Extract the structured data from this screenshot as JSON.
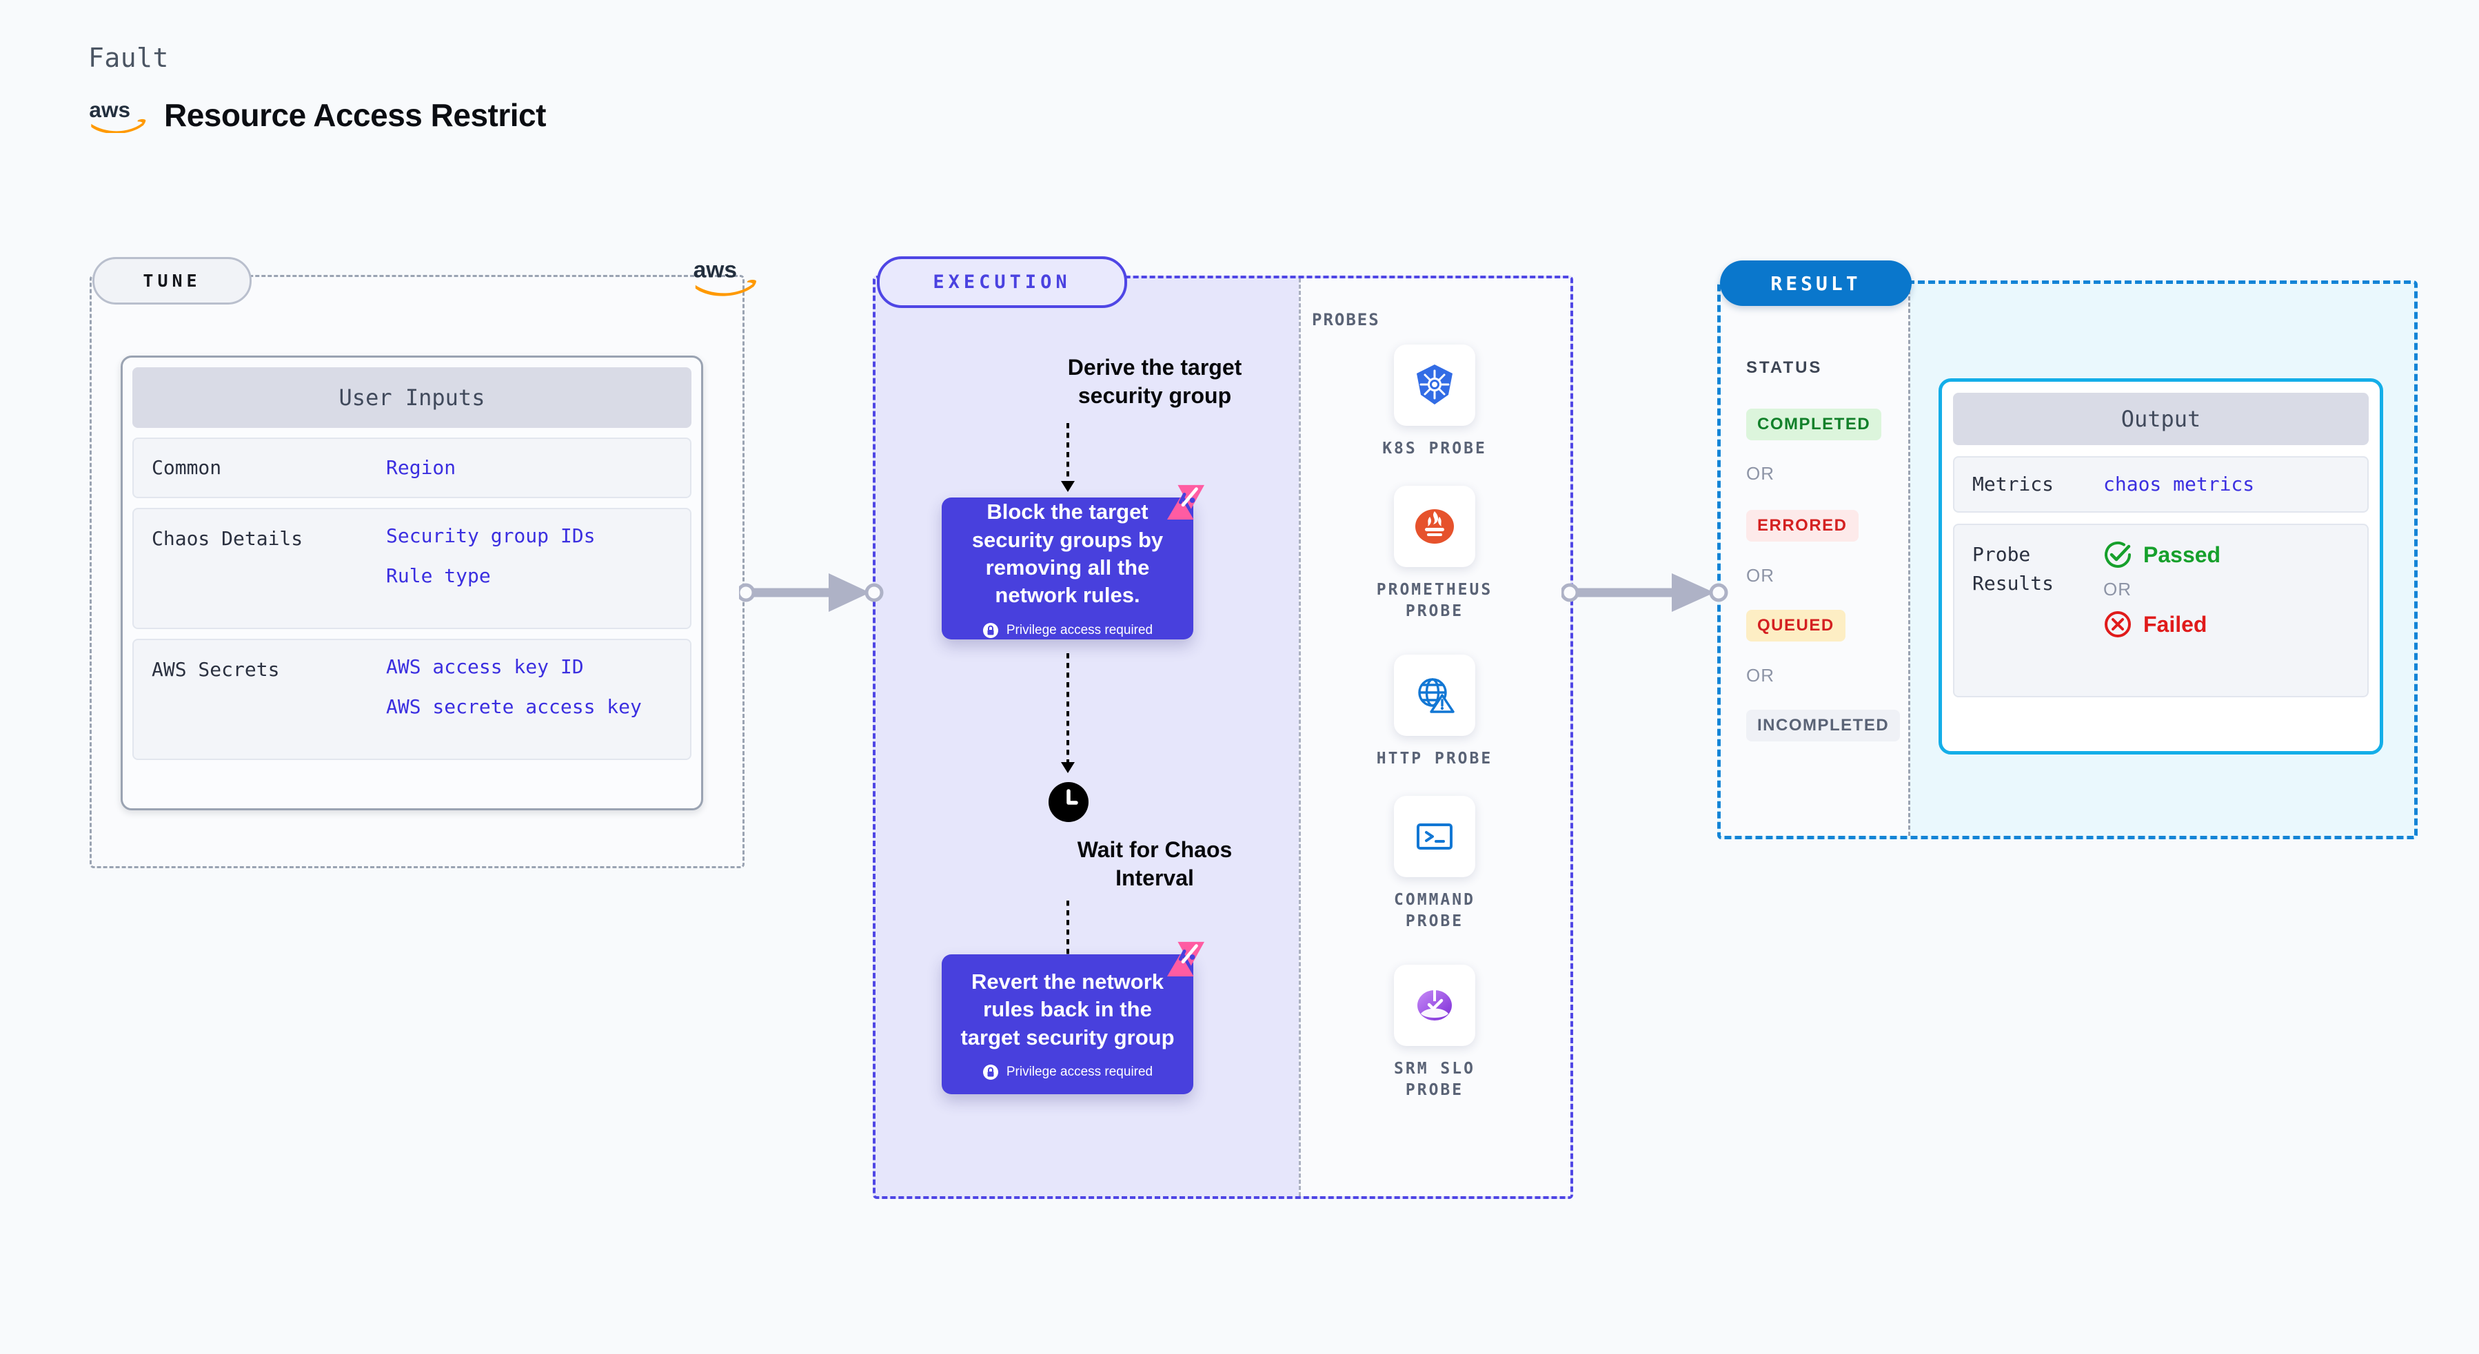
{
  "header": {
    "eyebrow": "Fault",
    "title": "Resource Access Restrict",
    "logo_icon": "aws-logo"
  },
  "tune": {
    "badge": "TUNE",
    "provider_icon": "aws-logo",
    "card": {
      "title": "User Inputs",
      "rows": [
        {
          "key": "Common",
          "values": [
            "Region"
          ]
        },
        {
          "key": "Chaos Details",
          "values": [
            "Security group IDs",
            "Rule type"
          ]
        },
        {
          "key": "AWS Secrets",
          "values": [
            "AWS access key ID",
            "AWS secrete access key"
          ]
        }
      ]
    }
  },
  "execution": {
    "badge": "EXECUTION",
    "flow": {
      "step1_text": "Derive the target\nsecurity group",
      "step2": {
        "text": "Block the target security groups by removing all the network rules.",
        "privilege_note": "Privilege access required",
        "lock_icon": "lock-icon",
        "corner_icon": "harness-logo-icon"
      },
      "wait": {
        "icon": "clock-icon",
        "text": "Wait for Chaos\nInterval"
      },
      "step3": {
        "text": "Revert the network rules back in the target security group",
        "privilege_note": "Privilege access required",
        "lock_icon": "lock-icon",
        "corner_icon": "harness-logo-icon"
      }
    },
    "probes": {
      "label": "PROBES",
      "items": [
        {
          "label": "K8S  PROBE",
          "icon": "kubernetes-icon"
        },
        {
          "label": "PROMETHEUS\nPROBE",
          "icon": "prometheus-icon"
        },
        {
          "label": "HTTP  PROBE",
          "icon": "globe-warning-icon"
        },
        {
          "label": "COMMAND\nPROBE",
          "icon": "terminal-icon"
        },
        {
          "label": "SRM  SLO\nPROBE",
          "icon": "srm-slo-icon"
        }
      ]
    }
  },
  "result": {
    "badge": "RESULT",
    "status_label": "STATUS",
    "or_label": "OR",
    "statuses": [
      {
        "label": "COMPLETED",
        "bg": "#dcf5dc",
        "fg": "#12802a"
      },
      {
        "label": "ERRORED",
        "bg": "#fdeaea",
        "fg": "#d42121"
      },
      {
        "label": "QUEUED",
        "bg": "#fdeec4",
        "fg": "#d42121"
      },
      {
        "label": "INCOMPLETED",
        "bg": "#eff1f6",
        "fg": "#5a6376"
      }
    ],
    "output": {
      "title": "Output",
      "metrics_key": "Metrics",
      "metrics_value": "chaos metrics",
      "probe_results_key": "Probe\nResults",
      "passed_label": "Passed",
      "passed_icon": "check-circle-icon",
      "failed_label": "Failed",
      "failed_icon": "x-circle-icon",
      "or_label": "OR"
    }
  },
  "colors": {
    "accent_purple": "#4840dd",
    "accent_blue": "#1384d6",
    "accent_cyan": "#14aee8",
    "harness_pink": "#ff5ca2",
    "aws_orange": "#ff9900",
    "link_blue": "#3b2fe0",
    "canvas": "#f8fafc"
  }
}
